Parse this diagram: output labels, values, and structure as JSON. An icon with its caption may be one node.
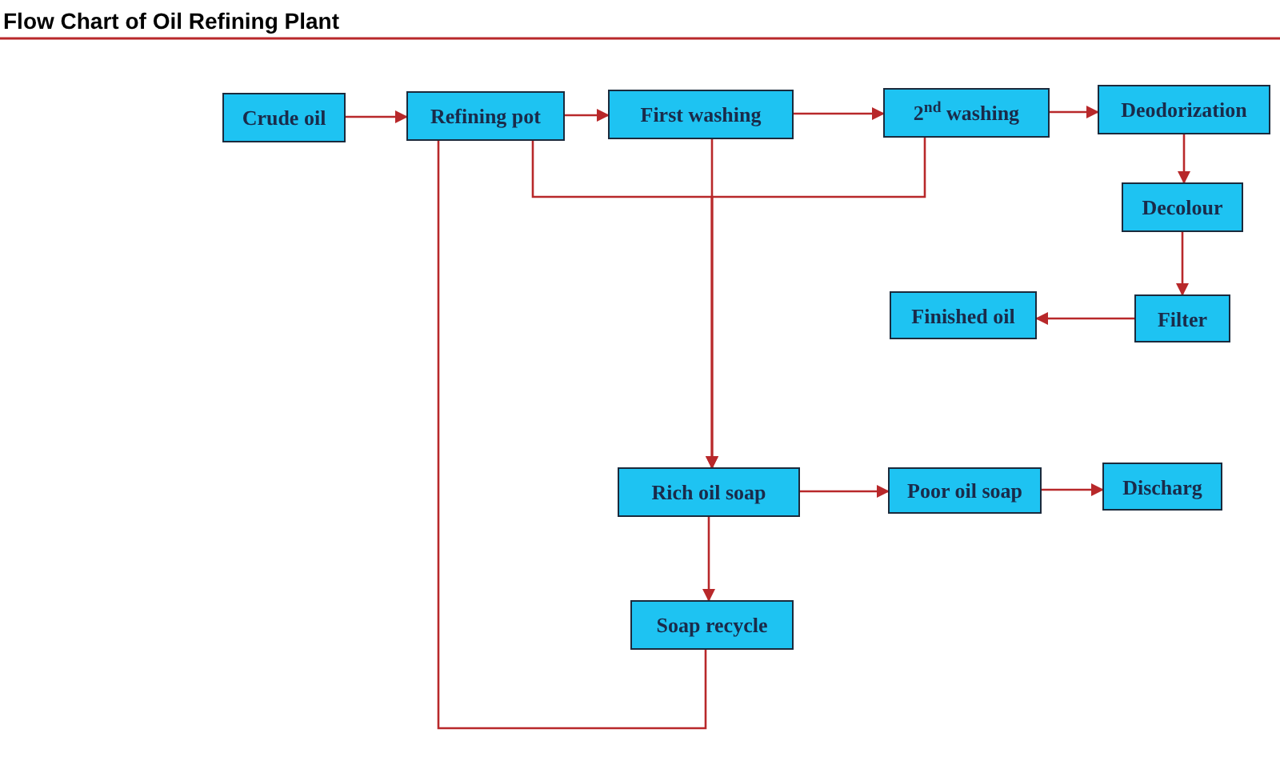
{
  "diagram": {
    "title": "Flow Chart of Oil Refining Plant",
    "nodes": [
      {
        "text": [
          "Crude oil"
        ]
      },
      {
        "text": [
          "Refining pot"
        ]
      },
      {
        "text": [
          "First washing"
        ]
      },
      {
        "text": [
          "2$^{nd}$ washing"
        ]
      },
      {
        "text": [
          "Deodorization"
        ]
      },
      {
        "text": [
          "Decolour"
        ]
      },
      {
        "text": [
          "Filter"
        ]
      },
      {
        "text": [
          "Finished oil"
        ]
      },
      {
        "text": [
          "Rich oil soap"
        ]
      },
      {
        "text": [
          "Poor oil soap"
        ]
      },
      {
        "text": [
          "Discharg"
        ]
      },
      {
        "text": [
          "Soap recycle"
        ]
      }
    ],
    "edges": [
      {
        "from": 0,
        "to": 1,
        "arrow": "to"
      },
      {
        "from": 1,
        "to": 2,
        "arrow": "to"
      },
      {
        "from": 2,
        "to": 3,
        "arrow": "to"
      },
      {
        "from": 3,
        "to": 4,
        "arrow": "to"
      },
      {
        "from": 4,
        "to": 5,
        "arrow": "to"
      },
      {
        "from": 5,
        "to": 6,
        "arrow": "to"
      },
      {
        "from": 6,
        "to": 7,
        "arrow": "to"
      },
      {
        "from": 1,
        "to": 8,
        "arrow": "to"
      },
      {
        "from": 2,
        "to": 8,
        "arrow": "to"
      },
      {
        "from": 3,
        "to": 8,
        "arrow": "to"
      },
      {
        "from": 8,
        "to": 9,
        "arrow": "to"
      },
      {
        "from": 9,
        "to": 10,
        "arrow": "to"
      },
      {
        "from": 8,
        "to": 11,
        "arrow": "to"
      },
      {
        "from": 11,
        "to": 1,
        "arrow": "none"
      }
    ]
  }
}
